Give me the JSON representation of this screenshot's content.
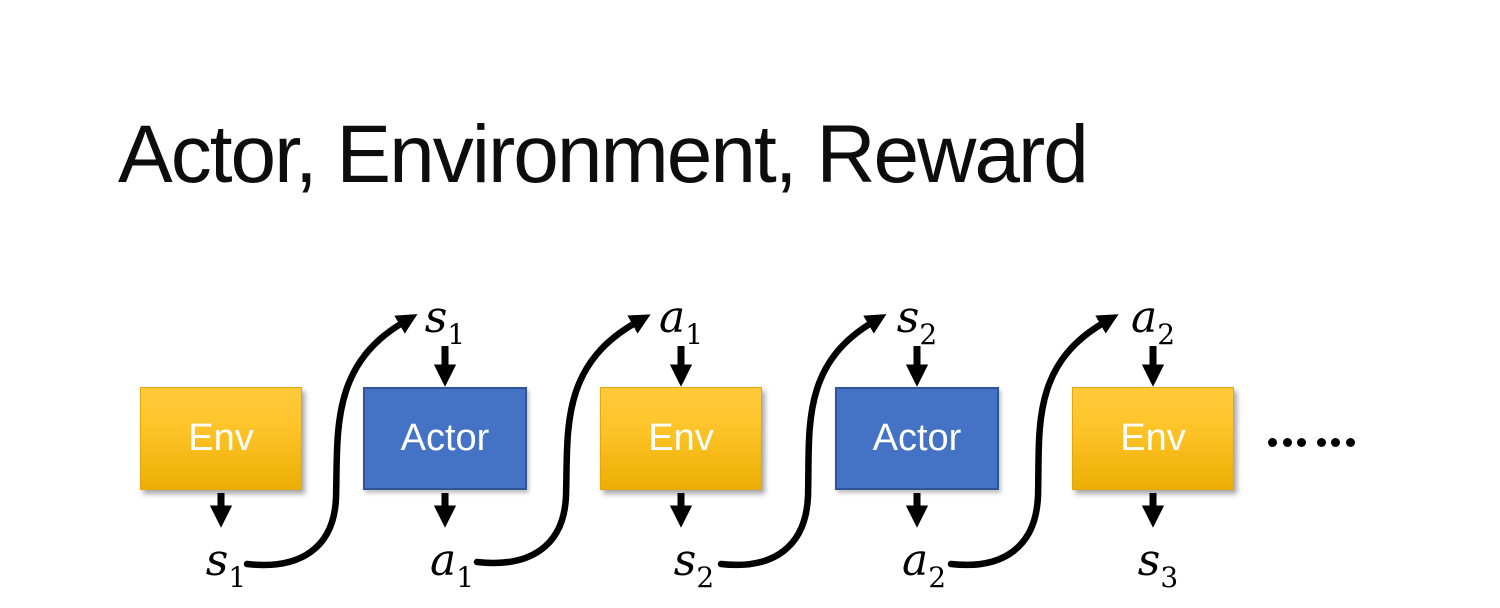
{
  "title": "Actor, Environment, Reward",
  "diagram": {
    "boxes": [
      {
        "label": "Env",
        "type": "env",
        "top_label": null,
        "bottom_label": {
          "var": "s",
          "sub": "1"
        }
      },
      {
        "label": "Actor",
        "type": "actor",
        "top_label": {
          "var": "s",
          "sub": "1"
        },
        "bottom_label": {
          "var": "a",
          "sub": "1"
        }
      },
      {
        "label": "Env",
        "type": "env",
        "top_label": {
          "var": "a",
          "sub": "1"
        },
        "bottom_label": {
          "var": "s",
          "sub": "2"
        }
      },
      {
        "label": "Actor",
        "type": "actor",
        "top_label": {
          "var": "s",
          "sub": "2"
        },
        "bottom_label": {
          "var": "a",
          "sub": "2"
        }
      },
      {
        "label": "Env",
        "type": "env",
        "top_label": {
          "var": "a",
          "sub": "2"
        },
        "bottom_label": {
          "var": "s",
          "sub": "3"
        }
      }
    ],
    "ellipsis": "……",
    "colors": {
      "env_top": "#ffc93a",
      "env_bottom": "#ecae04",
      "actor_fill": "#4472c4",
      "actor_border": "#2f5597",
      "arrow": "#000000",
      "box_text": "#ffffff",
      "title_color": "#0d0d0d",
      "bg": "#ffffff"
    }
  }
}
